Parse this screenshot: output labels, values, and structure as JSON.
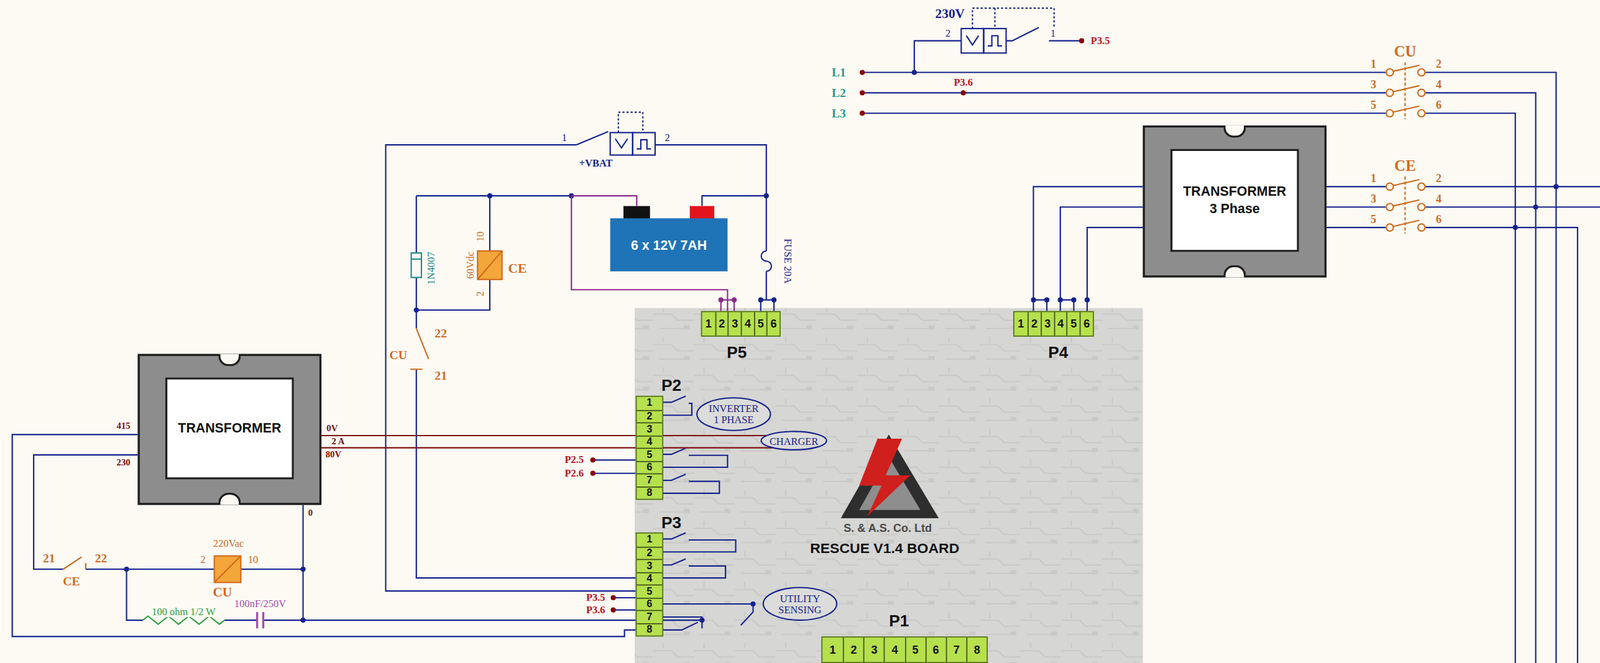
{
  "diagram": {
    "nodes": [
      {
        "text": [
          "TRANSFORMER 3 Phase"
        ]
      },
      {
        "text": [
          "6 x 12V 7AH"
        ]
      },
      {
        "text": [
          "S. & A.S. Co. Ltd",
          "RESCUE V1.4 BOARD"
        ]
      },
      {
        "text": [
          "P5",
          "1",
          "2",
          "3",
          "4",
          "5",
          "6"
        ],
        "in": 2
      },
      {
        "text": [
          "P4",
          "1",
          "2",
          "3",
          "4",
          "5",
          "6"
        ],
        "in": 2
      },
      {
        "text": [
          "P2",
          "1",
          "2",
          "3",
          "4",
          "5",
          "6",
          "7",
          "8"
        ],
        "in": 2
      },
      {
        "text": [
          "INVERTER 1 PHASE"
        ],
        "in": 2
      },
      {
        "text": [
          "CHARGER"
        ],
        "in": 2
      },
      {
        "text": [
          "P3",
          "1",
          "2",
          "3",
          "4",
          "5",
          "6",
          "7",
          "8"
        ],
        "in": 2
      },
      {
        "text": [
          "UTILITY SENSING"
        ],
        "in": 2
      },
      {
        "text": [
          "P1",
          "1",
          "2",
          "3",
          "4",
          "5",
          "6",
          "7",
          "8"
        ],
        "in": 2
      },
      {
        "text": [
          "TRANSFORMER"
        ]
      }
    ],
    "edges": [
      {
        "from": 4,
        "to": 0,
        "arrow": "none"
      },
      {
        "from": 1,
        "to": 3,
        "arrow": "none"
      },
      {
        "from": 11,
        "to": 7,
        "arrow": "none"
      },
      {
        "from": 11,
        "to": 8,
        "arrow": "none"
      }
    ],
    "labels": [
      "230V",
      "2",
      "1",
      "P3.5",
      "L1",
      "L2",
      "L3",
      "P3.6",
      "CU",
      "1",
      "2",
      "3",
      "4",
      "5",
      "6",
      "CE",
      "1",
      "2",
      "3",
      "4",
      "5",
      "6",
      "1",
      "2",
      "+VBAT",
      "FUSE 20A",
      "10",
      "60Vdc",
      "2",
      "CE",
      "1N4007",
      "22",
      "CU",
      "21",
      "415",
      "230",
      "0V",
      "2 A",
      "80V",
      "0",
      "21",
      "22",
      "CE",
      "2",
      "220Vac",
      "10",
      "CU",
      "100 ohm 1/2 W",
      "100nF/250V",
      "P2.5",
      "P2.6",
      "P3.5",
      "P3.6"
    ]
  }
}
